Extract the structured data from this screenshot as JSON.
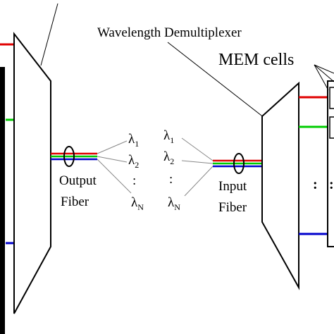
{
  "labels": {
    "wavelength_demux": "Wavelength Demultiplexer",
    "mem_cells": "MEM cells",
    "output_fiber_line1": "Output",
    "output_fiber_line2": "Fiber",
    "input_fiber_line1": "Input",
    "input_fiber_line2": "Fiber"
  },
  "wavelengths": {
    "output_side": [
      {
        "symbol": "λ",
        "sub": "1"
      },
      {
        "symbol": "λ",
        "sub": "2"
      },
      {
        "symbol": ":",
        "sub": ""
      },
      {
        "symbol": "λ",
        "sub": "N"
      }
    ],
    "input_side": [
      {
        "symbol": "λ",
        "sub": "1"
      },
      {
        "symbol": "λ",
        "sub": "2"
      },
      {
        "symbol": ":",
        "sub": ""
      },
      {
        "symbol": "λ",
        "sub": "N"
      }
    ]
  },
  "ellipsis": ":",
  "colors": {
    "red": "#e00000",
    "green": "#00cc00",
    "blue": "#0000cc",
    "line": "#000000",
    "pointer": "#888888"
  }
}
